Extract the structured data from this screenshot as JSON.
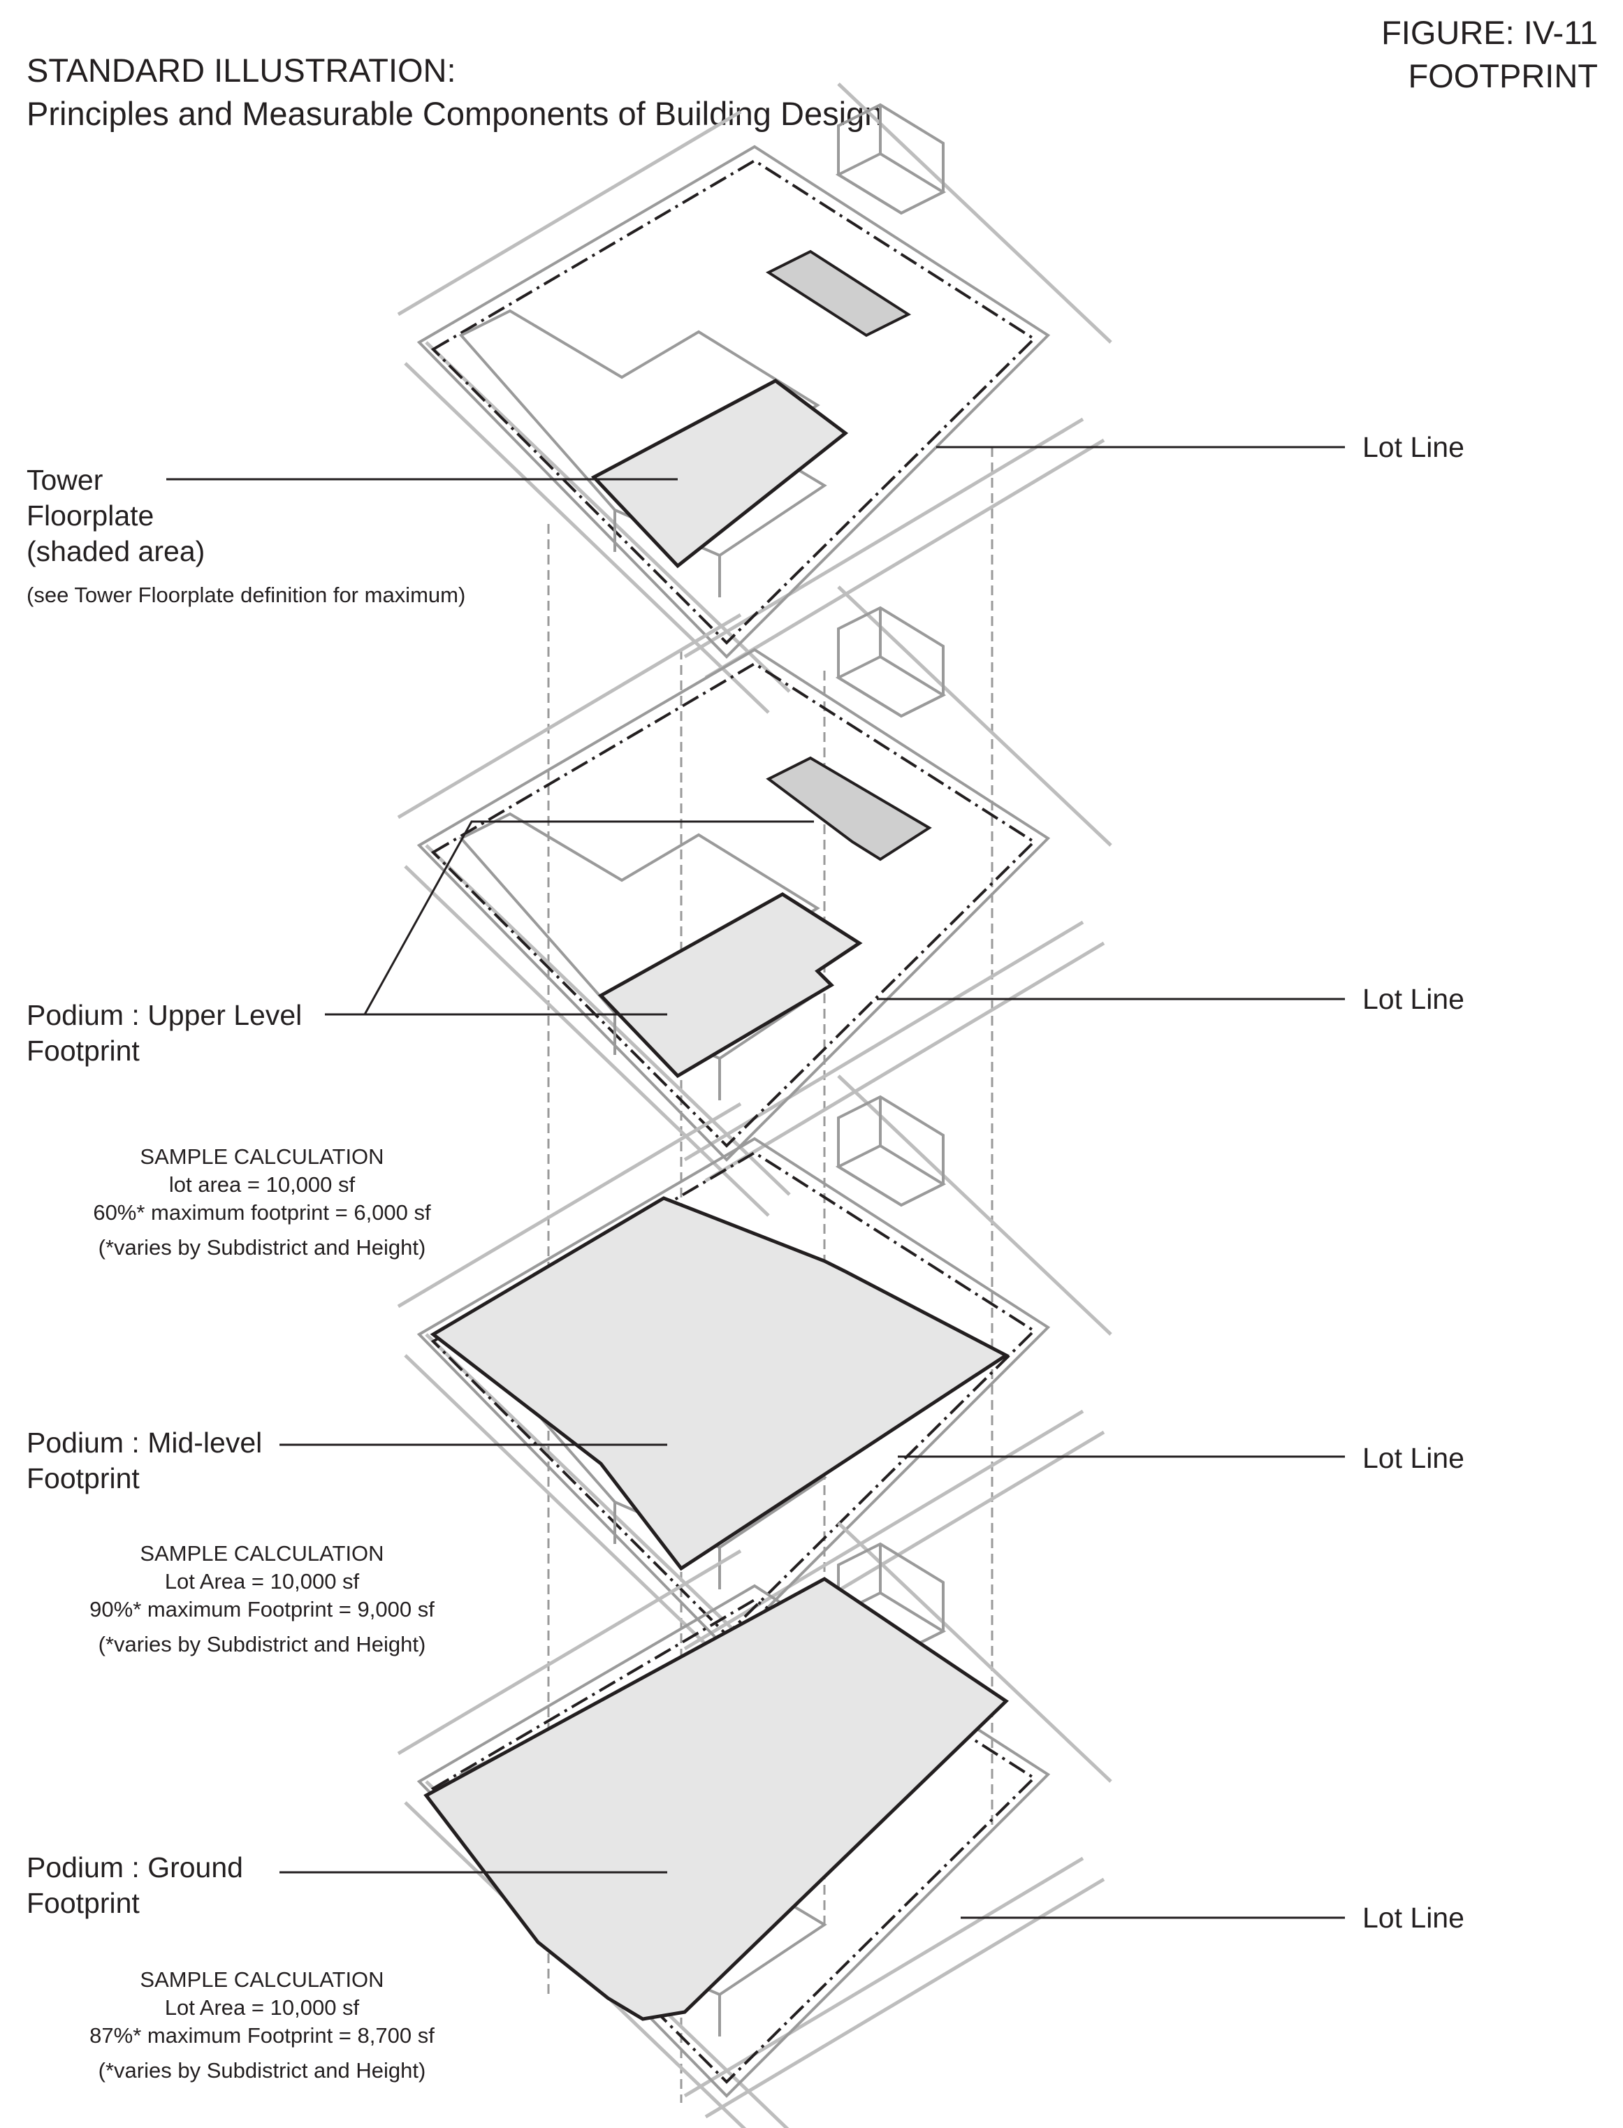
{
  "header": {
    "title_line1": "STANDARD ILLUSTRATION:",
    "title_line2": "Principles and Measurable Components of Building Design",
    "figure_line1": "FIGURE:  IV-11",
    "figure_line2": "FOOTPRINT"
  },
  "lot_line_label": "Lot Line",
  "tower": {
    "line1": "Tower",
    "line2": "Floorplate",
    "line3": "(shaded area)",
    "note": "(see Tower Floorplate definition for maximum)"
  },
  "upper": {
    "line1": "Podium : Upper Level",
    "line2": "Footprint",
    "calc": [
      "SAMPLE CALCULATION",
      "lot area = 10,000 sf",
      "60%* maximum footprint = 6,000 sf"
    ],
    "calc_note": "(*varies by Subdistrict and Height)"
  },
  "mid": {
    "line1": "Podium : Mid-level",
    "line2": "Footprint",
    "calc": [
      "SAMPLE CALCULATION",
      "Lot Area = 10,000 sf",
      "90%* maximum Footprint = 9,000 sf"
    ],
    "calc_note": "(*varies by Subdistrict and Height)"
  },
  "ground": {
    "line1": "Podium : Ground",
    "line2": "Footprint",
    "calc": [
      "SAMPLE CALCULATION",
      "Lot Area = 10,000 sf",
      "87%* maximum Footprint = 8,700 sf"
    ],
    "calc_note": "(*varies by Subdistrict and Height)"
  },
  "colors": {
    "ink": "#231f20",
    "shade": "#e6e6e6",
    "shade_dark": "#cfcfcf",
    "street": "#bdbdbd",
    "outline": "#9a9a9a"
  }
}
